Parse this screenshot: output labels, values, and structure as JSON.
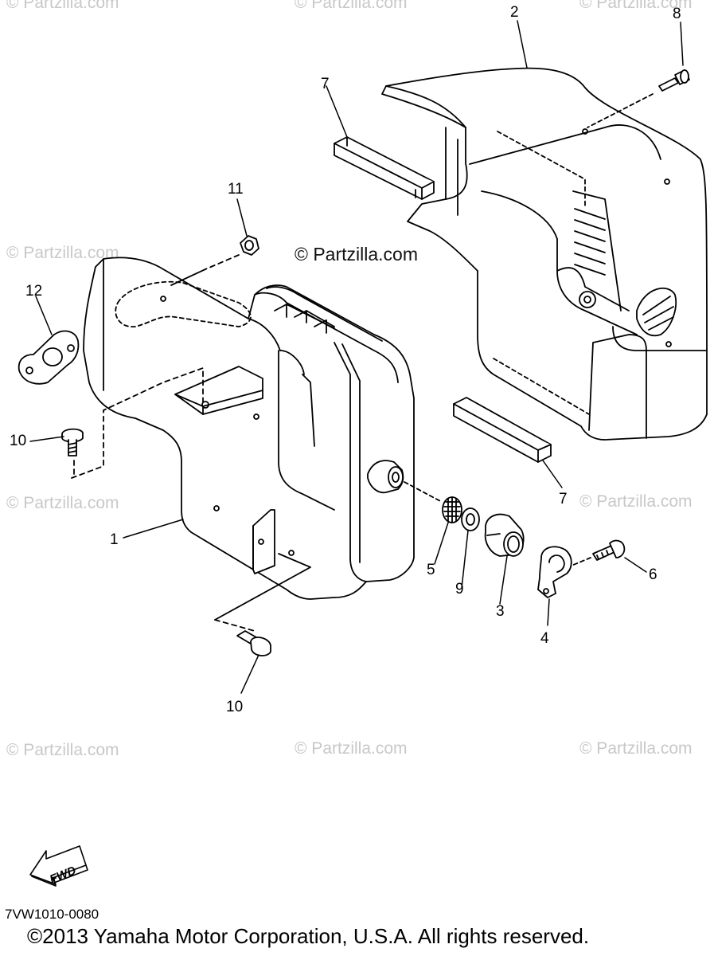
{
  "watermark": "© Partzilla.com",
  "center_watermark": "© Partzilla.com",
  "callouts": {
    "c1": "1",
    "c2": "2",
    "c3": "3",
    "c4": "4",
    "c5": "5",
    "c6": "6",
    "c7a": "7",
    "c7b": "7",
    "c8": "8",
    "c9": "9",
    "c10a": "10",
    "c10b": "10",
    "c11": "11",
    "c12": "12"
  },
  "fwd": "FWD",
  "figure_code": "7VW1010-0080",
  "copyright": "©2013 Yamaha Motor Corporation, U.S.A. All rights reserved."
}
